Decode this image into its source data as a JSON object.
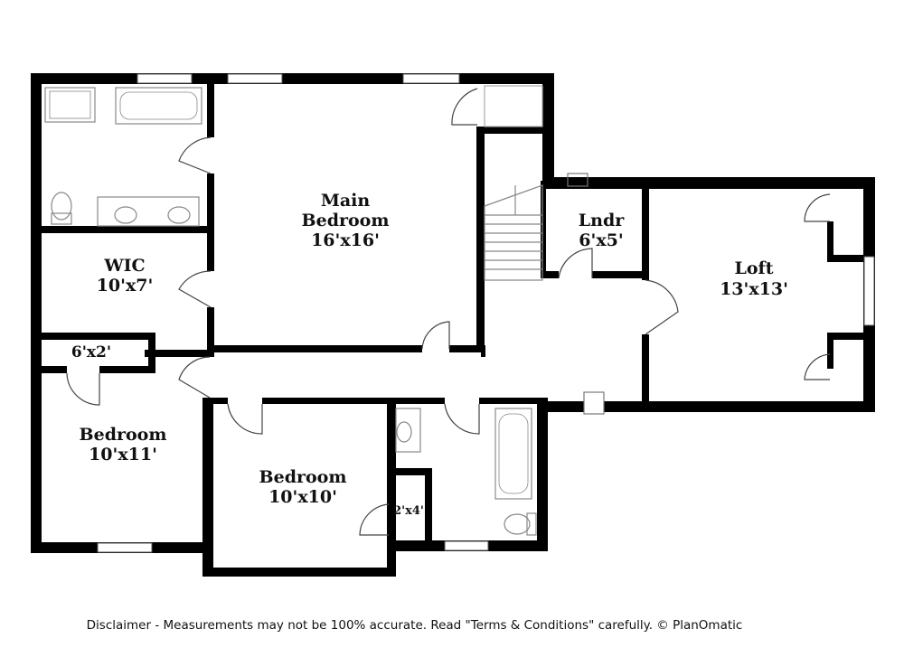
{
  "rooms": {
    "main_bedroom": {
      "name_line1": "Main",
      "name_line2": "Bedroom",
      "size": "16'x16'"
    },
    "laundry": {
      "name": "Lndr",
      "size": "6'x5'"
    },
    "loft": {
      "name": "Loft",
      "size": "13'x13'"
    },
    "wic": {
      "name": "WIC",
      "size": "10'x7'"
    },
    "closet_small": {
      "size": "6'x2'"
    },
    "bedroom_left": {
      "name": "Bedroom",
      "size": "10'x11'"
    },
    "bedroom_center": {
      "name": "Bedroom",
      "size": "10'x10'"
    },
    "closet_hall": {
      "size": "2'x4'"
    }
  },
  "disclaimer": "Disclaimer - Measurements may not be 100% accurate. Read \"Terms & Conditions\" carefully. © PlanOmatic",
  "colors": {
    "wall": "#000000",
    "fixture": "#888888",
    "background": "#ffffff"
  }
}
